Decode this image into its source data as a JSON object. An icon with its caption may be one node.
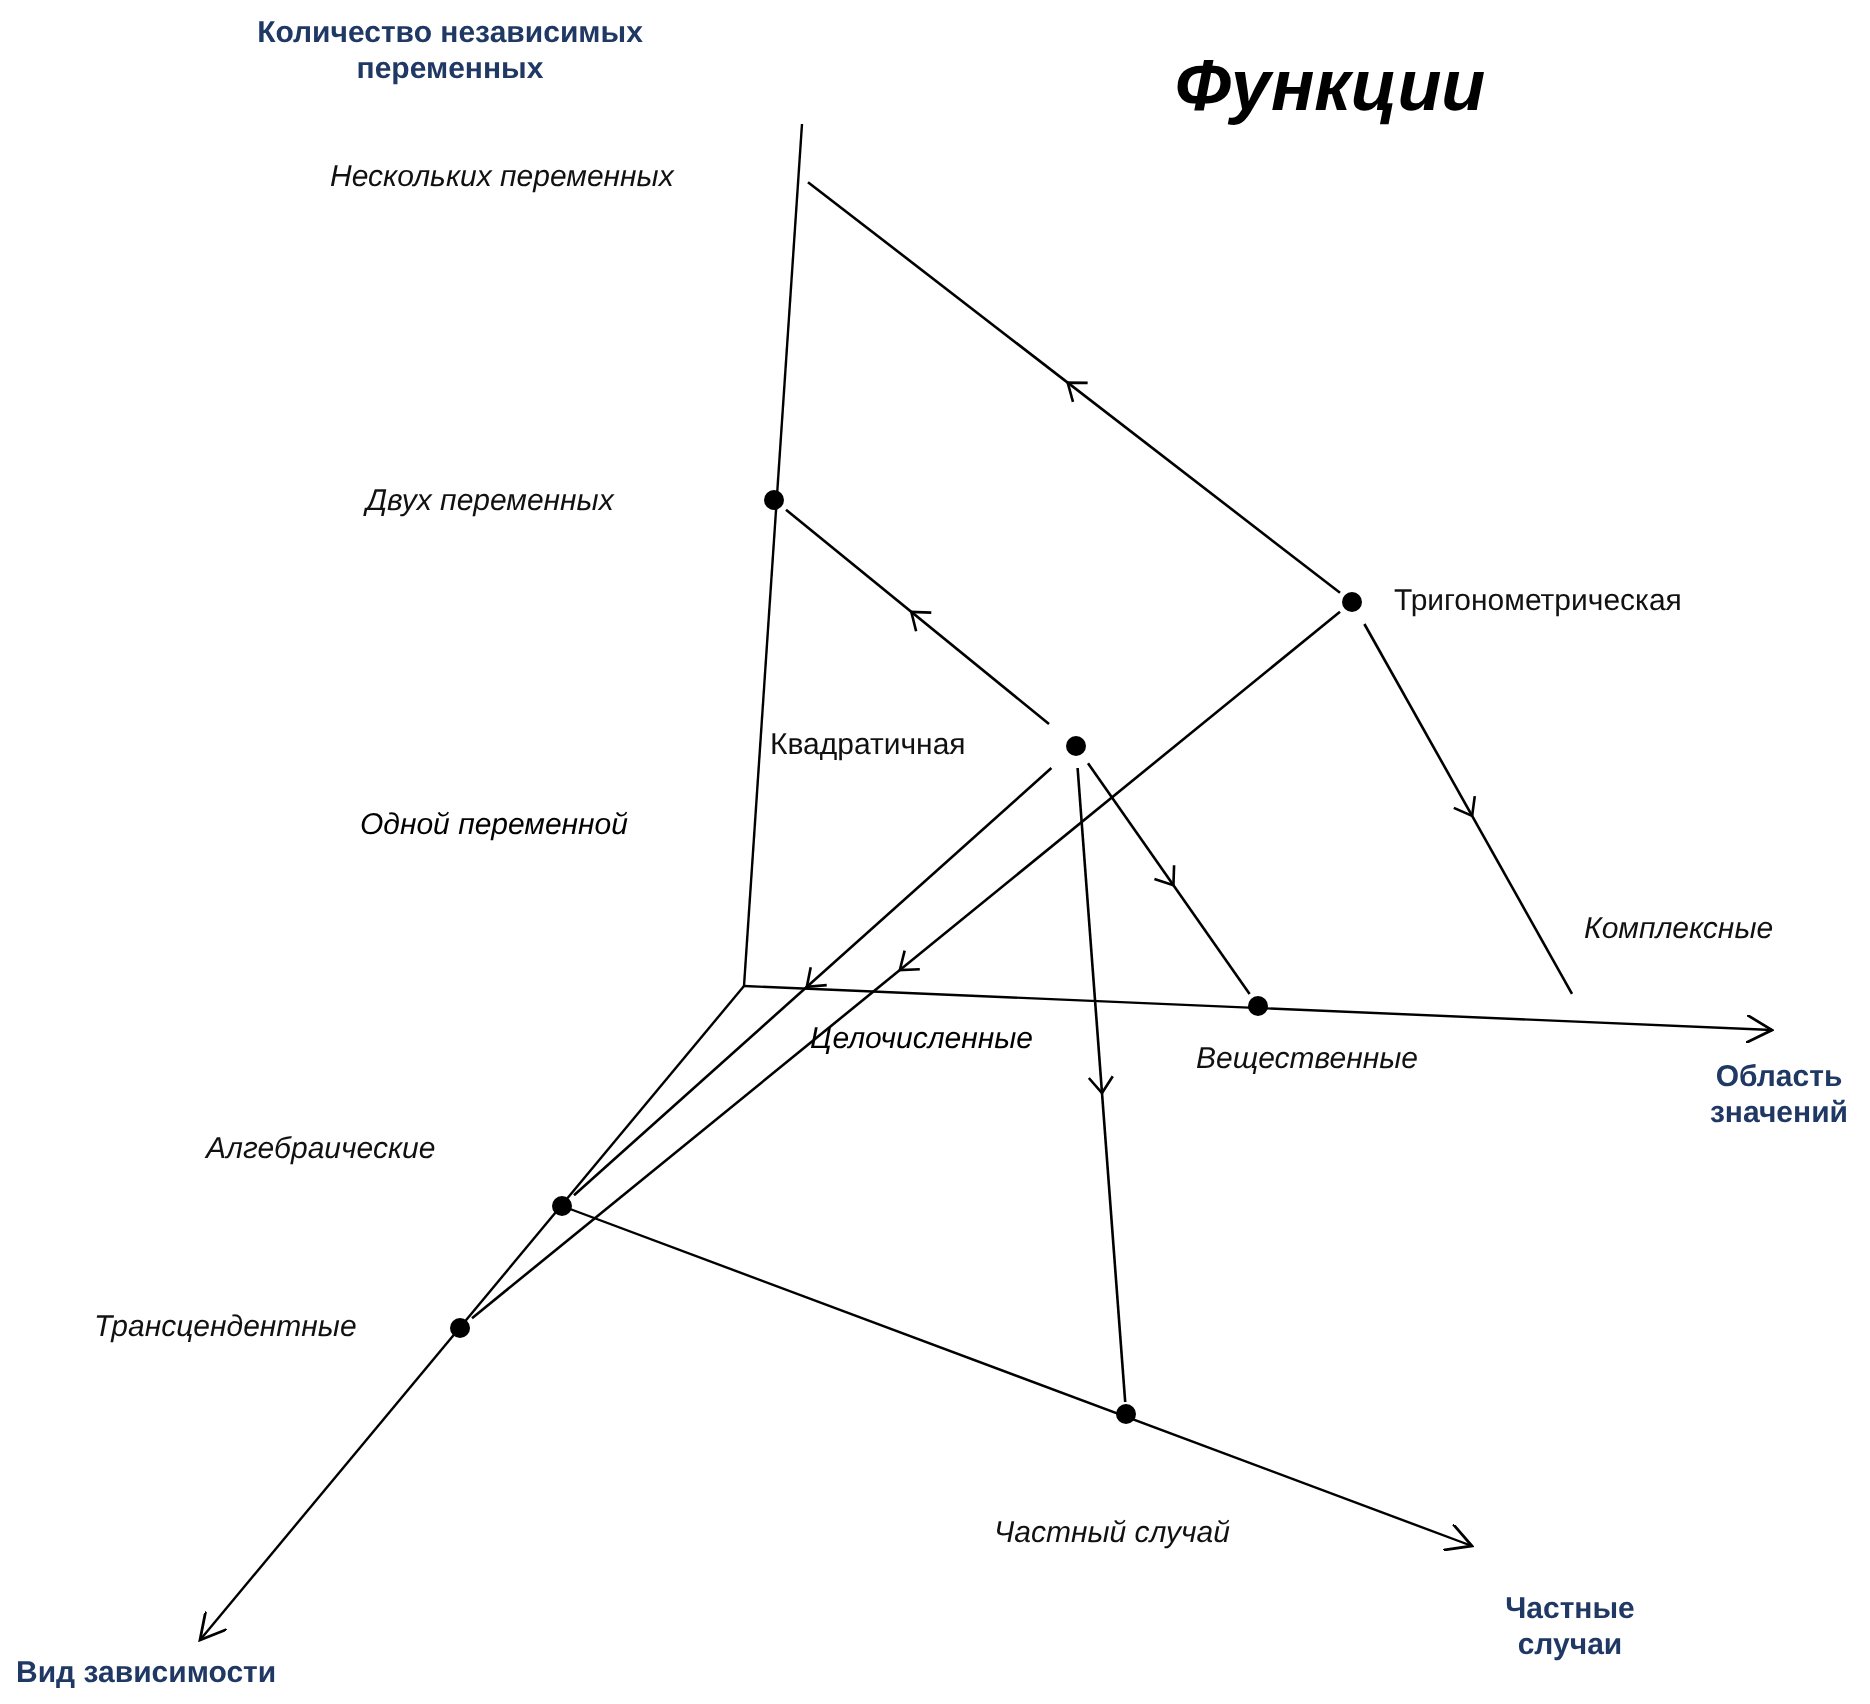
{
  "diagram": {
    "title": "Функции",
    "nodes": [
      {
        "text": [
          "Нескольких переменных"
        ]
      },
      {
        "text": [
          "Двух переменных"
        ]
      },
      {
        "text": [
          "Тригонометрическая"
        ]
      },
      {
        "text": [
          "Квадратичная"
        ]
      },
      {
        "text": [
          "Комплексные"
        ]
      },
      {
        "text": [
          "Вещественные"
        ]
      },
      {
        "text": [
          "Алгебраические"
        ]
      },
      {
        "text": [
          "Трансцендентные"
        ]
      },
      {
        "text": [
          "Частный случай"
        ]
      }
    ],
    "edges": [
      {
        "from": 3,
        "to": 1,
        "arrow": "to"
      },
      {
        "from": 3,
        "to": 5,
        "arrow": "to"
      },
      {
        "from": 3,
        "to": 6,
        "arrow": "to"
      },
      {
        "from": 3,
        "to": 8,
        "arrow": "to"
      },
      {
        "from": 2,
        "to": 0,
        "arrow": "to"
      },
      {
        "from": 2,
        "to": 4,
        "arrow": "to"
      },
      {
        "from": 2,
        "to": 7,
        "arrow": "to"
      }
    ],
    "labels": [
      "Количество независимых переменных",
      "Одной переменной",
      "Целочисленные",
      "Область значений",
      "Частные случаи",
      "Вид зависимости"
    ]
  }
}
